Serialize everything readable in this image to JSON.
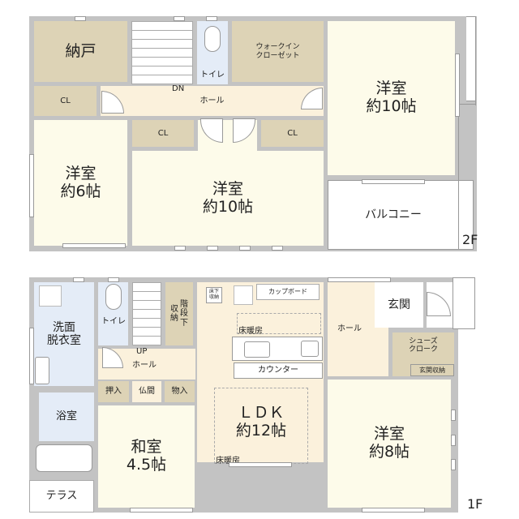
{
  "floors": [
    {
      "label": "2F",
      "rooms": [
        {
          "id": "nando",
          "name": "納戸"
        },
        {
          "id": "stairs-2f",
          "name": ""
        },
        {
          "id": "toilet-2f",
          "name": "トイレ"
        },
        {
          "id": "wic",
          "name": "ウォークイン\nクローゼット"
        },
        {
          "id": "western-10-east",
          "name": "洋室\n約10帖"
        },
        {
          "id": "cl-west",
          "name": "CL"
        },
        {
          "id": "hall-2f",
          "name": "ホール"
        },
        {
          "id": "dn",
          "name": "DN"
        },
        {
          "id": "cl-mid",
          "name": "CL"
        },
        {
          "id": "cl-east",
          "name": "CL"
        },
        {
          "id": "western-6",
          "name": "洋室\n約6帖"
        },
        {
          "id": "western-10-center",
          "name": "洋室\n約10帖"
        },
        {
          "id": "balcony",
          "name": "バルコニー"
        }
      ]
    },
    {
      "label": "1F",
      "rooms": [
        {
          "id": "washroom",
          "name": "洗面\n脱衣室"
        },
        {
          "id": "toilet-1f",
          "name": "トイレ"
        },
        {
          "id": "under-stair-storage",
          "name": "階\n段\n下"
        },
        {
          "id": "under-stair-storage-2",
          "name": "収\n納"
        },
        {
          "id": "underfloor-storage",
          "name": "床下\n収納"
        },
        {
          "id": "cupboard",
          "name": "カップボード"
        },
        {
          "id": "floor-heating-kitchen",
          "name": "床暖房"
        },
        {
          "id": "counter",
          "name": "カウンター"
        },
        {
          "id": "up",
          "name": "UP"
        },
        {
          "id": "hall-1f-west",
          "name": "ホール"
        },
        {
          "id": "hall-1f-east",
          "name": "ホール"
        },
        {
          "id": "genkan",
          "name": "玄関"
        },
        {
          "id": "shoe-cloak",
          "name": "シューズ\nクローク"
        },
        {
          "id": "genkan-storage",
          "name": "玄関収納"
        },
        {
          "id": "oshiire",
          "name": "押入"
        },
        {
          "id": "butsuma",
          "name": "仏間"
        },
        {
          "id": "monoire",
          "name": "物入"
        },
        {
          "id": "bathroom",
          "name": "浴室"
        },
        {
          "id": "washitsu",
          "name": "和室\n4.5帖"
        },
        {
          "id": "ldk",
          "name": "ＬＤＫ\n約12帖"
        },
        {
          "id": "floor-heating-ldk",
          "name": "床暖房"
        },
        {
          "id": "western-8",
          "name": "洋室\n約8帖"
        },
        {
          "id": "terrace",
          "name": "テラス"
        }
      ]
    }
  ],
  "colors": {
    "wall": "#c3c3c3",
    "room_cream": "#fdfbea",
    "hall": "#fbf1dc",
    "storage_tan": "#ddd3b6",
    "wet_blue": "#e4ecf7"
  }
}
